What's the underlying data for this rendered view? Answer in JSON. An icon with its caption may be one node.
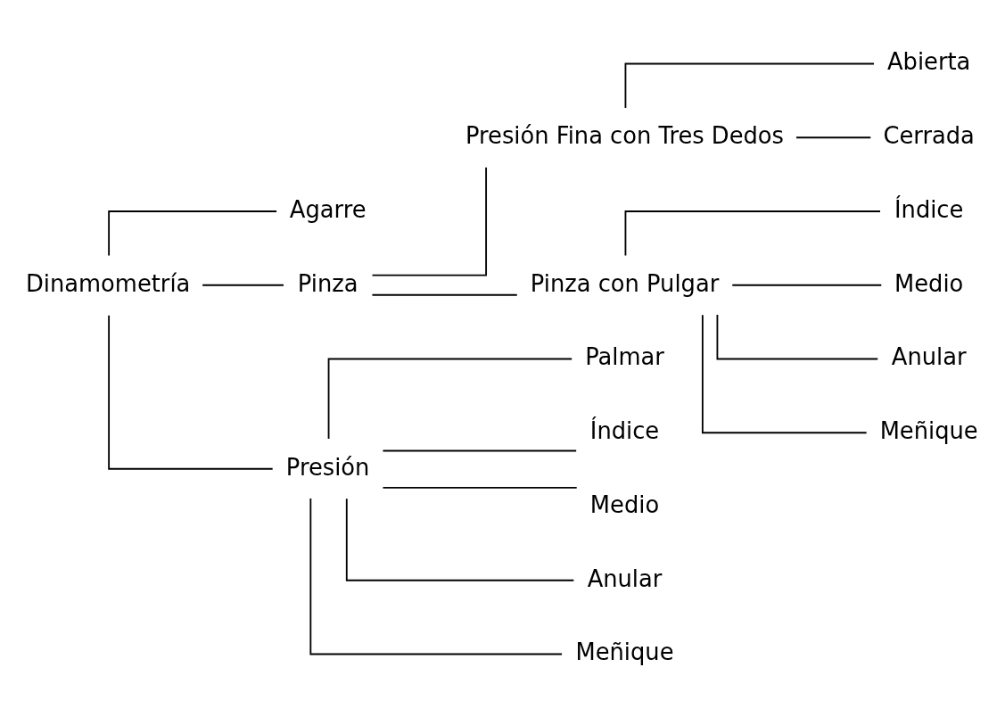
{
  "diagram": {
    "nodes": [
      {
        "text": [
          "Dinamometría"
        ]
      },
      {
        "text": [
          "Agarre"
        ]
      },
      {
        "text": [
          "Pinza"
        ]
      },
      {
        "text": [
          "Presión Fina con Tres Dedos"
        ]
      },
      {
        "text": [
          "Abierta"
        ]
      },
      {
        "text": [
          "Cerrada"
        ]
      },
      {
        "text": [
          "Pinza con Pulgar"
        ]
      },
      {
        "text": [
          "Índice"
        ]
      },
      {
        "text": [
          "Medio"
        ]
      },
      {
        "text": [
          "Anular"
        ]
      },
      {
        "text": [
          "Meñique"
        ]
      },
      {
        "text": [
          "Presión"
        ]
      },
      {
        "text": [
          "Palmar"
        ]
      },
      {
        "text": [
          "Índice"
        ]
      },
      {
        "text": [
          "Medio"
        ]
      },
      {
        "text": [
          "Anular"
        ]
      },
      {
        "text": [
          "Meñique"
        ]
      }
    ],
    "edges": [
      {
        "from": 0,
        "to": 1,
        "arrow": "none"
      },
      {
        "from": 0,
        "to": 2,
        "arrow": "none"
      },
      {
        "from": 0,
        "to": 11,
        "arrow": "none"
      },
      {
        "from": 2,
        "to": 3,
        "arrow": "none"
      },
      {
        "from": 2,
        "to": 6,
        "arrow": "none"
      },
      {
        "from": 3,
        "to": 4,
        "arrow": "none"
      },
      {
        "from": 3,
        "to": 5,
        "arrow": "none"
      },
      {
        "from": 6,
        "to": 7,
        "arrow": "none"
      },
      {
        "from": 6,
        "to": 8,
        "arrow": "none"
      },
      {
        "from": 6,
        "to": 9,
        "arrow": "none"
      },
      {
        "from": 6,
        "to": 10,
        "arrow": "none"
      },
      {
        "from": 11,
        "to": 12,
        "arrow": "none"
      },
      {
        "from": 11,
        "to": 13,
        "arrow": "none"
      },
      {
        "from": 11,
        "to": 14,
        "arrow": "none"
      },
      {
        "from": 11,
        "to": 15,
        "arrow": "none"
      },
      {
        "from": 11,
        "to": 16,
        "arrow": "none"
      }
    ]
  }
}
